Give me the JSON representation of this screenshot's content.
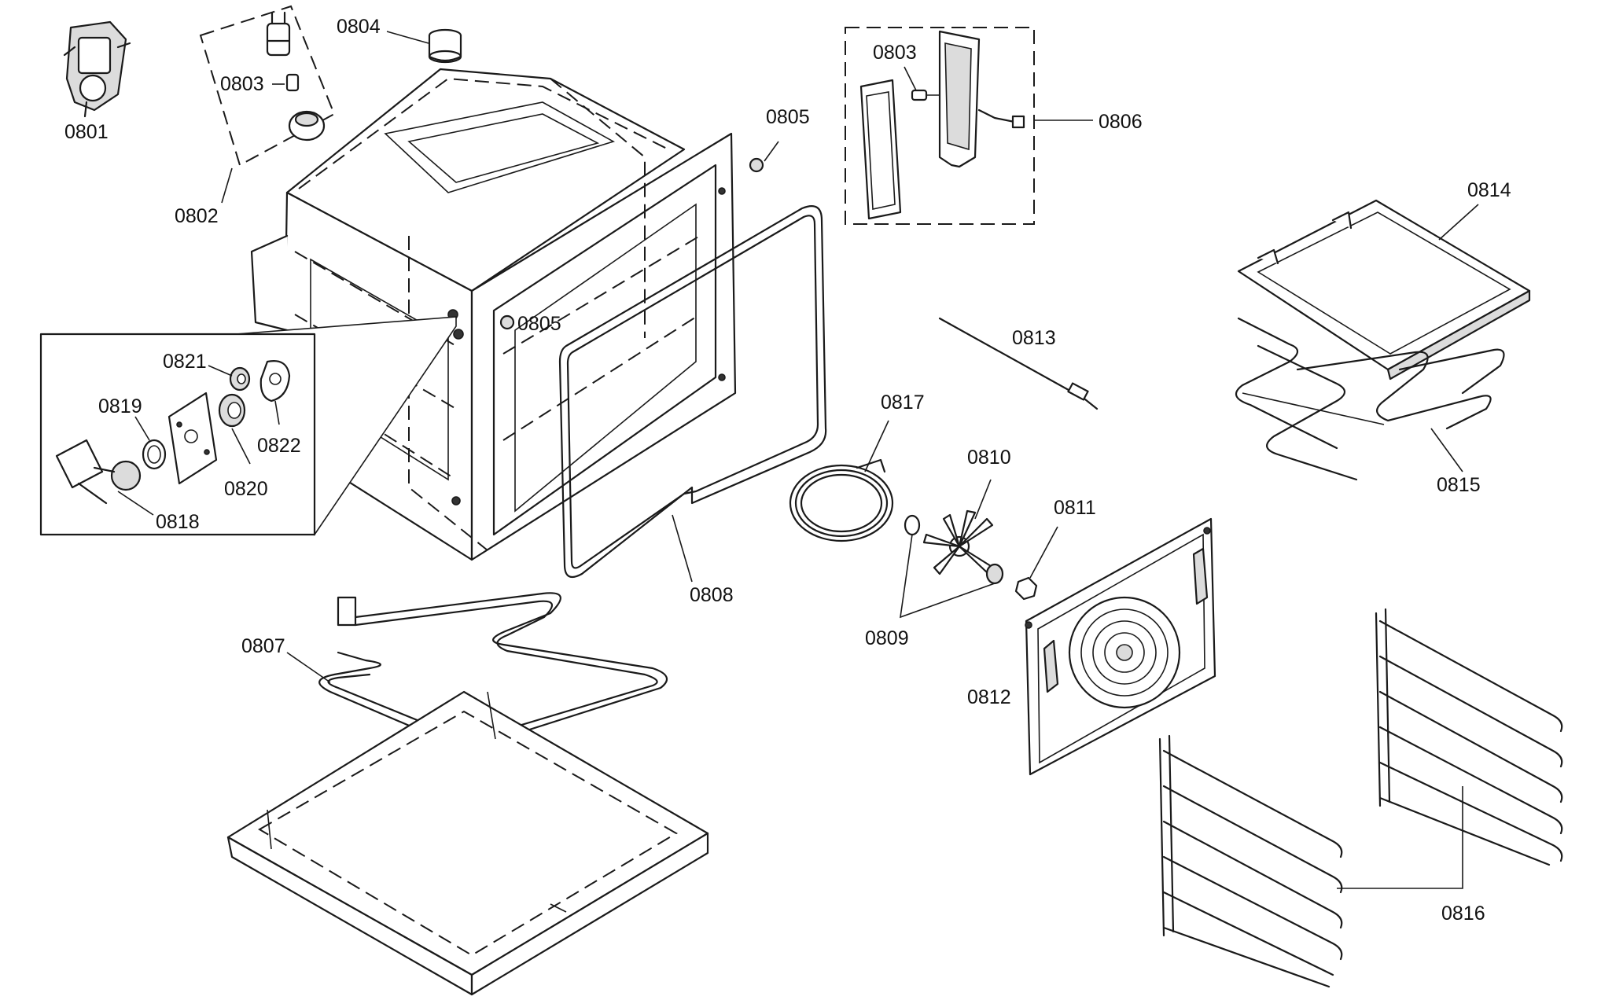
{
  "labels": {
    "p0801": "0801",
    "p0802": "0802",
    "p0803a": "0803",
    "p0803b": "0803",
    "p0804": "0804",
    "p0805a": "0805",
    "p0805b": "0805",
    "p0806": "0806",
    "p0807": "0807",
    "p0808": "0808",
    "p0809": "0809",
    "p0810": "0810",
    "p0811": "0811",
    "p0812": "0812",
    "p0813": "0813",
    "p0814": "0814",
    "p0815": "0815",
    "p0816": "0816",
    "p0817": "0817",
    "p0818": "0818",
    "p0819": "0819",
    "p0820": "0820",
    "p0821": "0821",
    "p0822": "0822"
  }
}
